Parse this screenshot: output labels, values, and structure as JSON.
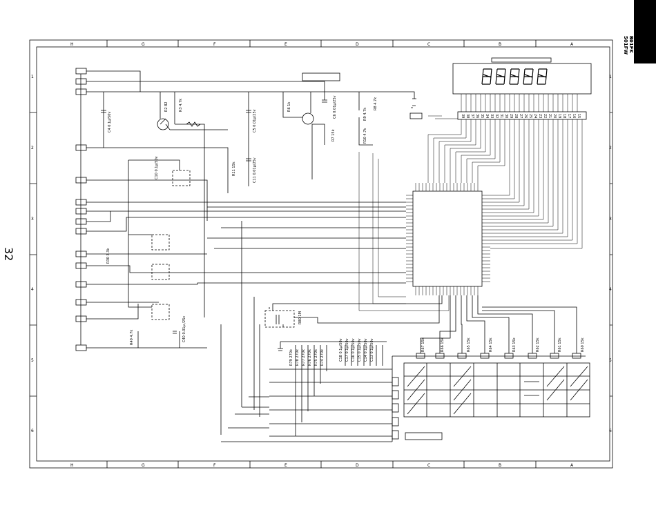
{
  "page": {
    "number": "32",
    "models": [
      "R-501FK",
      "R-501FW"
    ]
  },
  "grid": {
    "columns": [
      "H",
      "G",
      "F",
      "E",
      "D",
      "C",
      "B",
      "A"
    ],
    "rows": [
      "1",
      "2",
      "3",
      "4",
      "5",
      "6"
    ]
  },
  "components": {
    "capacitors": [
      "C4 0.1μ/50v",
      "C5 0.01μ/25v",
      "C6 0.01μ/25v",
      "C11 0.01μ/25v",
      "C10 0.1μ/50v",
      "C40 0.01μ /25v"
    ],
    "resistors": [
      "R2 82",
      "R3 4.7k",
      "R6 1k",
      "R7 15k",
      "R8 4.7k",
      "R9 4.7k",
      "R10 4.7k",
      "R11 15k",
      "R30 3.3k",
      "R40 4.7k",
      "R80 1M"
    ],
    "segment_resistors": [
      "R67 15k",
      "R66 15k",
      "R65 15k",
      "R64 15k",
      "R63 15k",
      "R62 15k",
      "R61 15k",
      "R60 15k"
    ],
    "key_resistors": [
      "R79 270k",
      "R78 270k",
      "R77 270k",
      "R76 270k",
      "R75 270k",
      "R74 270k"
    ],
    "key_capacitors": [
      "C18 0.1μ/50v",
      "C17 0.1μ/50v",
      "C16 0.1μ/50v",
      "C15 0.1μ/50v",
      "C14 0.1μ/50v",
      "C13 0.1μ/50v"
    ]
  },
  "display_pins": [
    "39",
    "38",
    "37",
    "36",
    "35",
    "34",
    "33",
    "32",
    "31",
    "30",
    "29",
    "28",
    "27",
    "26",
    "25",
    "24",
    "23",
    "22",
    "21",
    "20",
    "19",
    "18",
    "17",
    "16",
    "15"
  ]
}
